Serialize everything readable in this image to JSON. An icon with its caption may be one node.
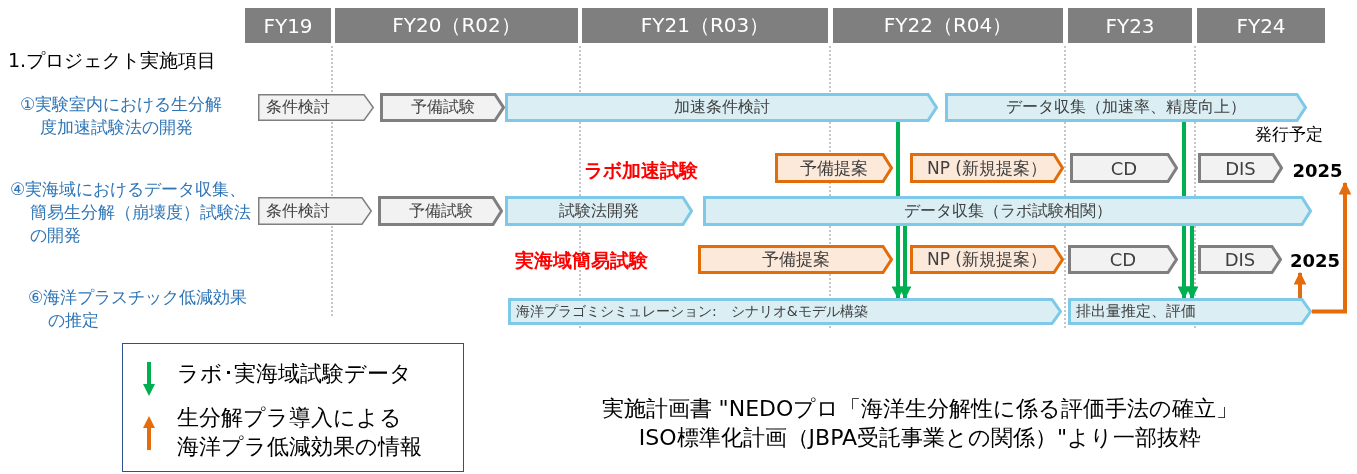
{
  "diagram": {
    "caption": "実施計画書 \"NEDOプロ「海洋生分解性に係る評価手法の確立」ISO標準化計画（JBPA受託事業との関係）\"より一部抜粋",
    "nodes": [
      {
        "text": [
          "FY19"
        ]
      },
      {
        "text": [
          "FY20（R02）"
        ]
      },
      {
        "text": [
          "FY21（R03）"
        ]
      },
      {
        "text": [
          "FY22（R04）"
        ]
      },
      {
        "text": [
          "FY23"
        ]
      },
      {
        "text": [
          "FY24"
        ]
      },
      {
        "text": [
          "条件検討"
        ]
      },
      {
        "text": [
          "予備試験"
        ]
      },
      {
        "text": [
          "加速条件検討"
        ]
      },
      {
        "text": [
          "データ収集（加速率、精度向上）"
        ]
      },
      {
        "text": [
          "予備提案"
        ]
      },
      {
        "text": [
          "NP (新規提案）"
        ]
      },
      {
        "text": [
          "CD"
        ]
      },
      {
        "text": [
          "DIS"
        ]
      },
      {
        "text": [
          "2025"
        ]
      },
      {
        "text": [
          "条件検討"
        ]
      },
      {
        "text": [
          "予備試験"
        ]
      },
      {
        "text": [
          "試験法開発"
        ]
      },
      {
        "text": [
          "データ収集（ラボ試験相関）"
        ]
      },
      {
        "text": [
          "予備提案"
        ]
      },
      {
        "text": [
          "NP (新規提案）"
        ]
      },
      {
        "text": [
          "CD"
        ]
      },
      {
        "text": [
          "DIS"
        ]
      },
      {
        "text": [
          "2025"
        ]
      },
      {
        "text": [
          "海洋プラゴミシミュレーション:　シナリオ&モデル構築"
        ]
      },
      {
        "text": [
          "排出量推定、評価"
        ]
      }
    ],
    "edges": [
      {
        "from": 8,
        "to": 18,
        "arrow": "none"
      },
      {
        "from": 18,
        "to": 24,
        "arrow": "to"
      },
      {
        "from": 18,
        "to": 24,
        "arrow": "to"
      },
      {
        "from": 9,
        "to": 18,
        "arrow": "none"
      },
      {
        "from": 18,
        "to": 25,
        "arrow": "to"
      },
      {
        "from": 18,
        "to": 25,
        "arrow": "to"
      },
      {
        "from": 25,
        "to": 14,
        "arrow": "to",
        "color": "#e46c0a"
      },
      {
        "from": 25,
        "to": 23,
        "arrow": "to",
        "color": "#e46c0a"
      }
    ],
    "labels": [
      "1.プロジェクト実施項目",
      "①実験室内における生分解度加速試験法の開発",
      "発行予定",
      "ラボ加速試験",
      "④実海域におけるデータ収集、簡易生分解（崩壊度）試験法の開発",
      "実海域簡易試験",
      "⑥海洋プラスチック低減効果の推定"
    ],
    "legend": [
      {
        "text": "ラボ･実海域試験データ"
      },
      {
        "text": "生分解プラ導入による海洋プラ低減効果の情報"
      }
    ]
  }
}
